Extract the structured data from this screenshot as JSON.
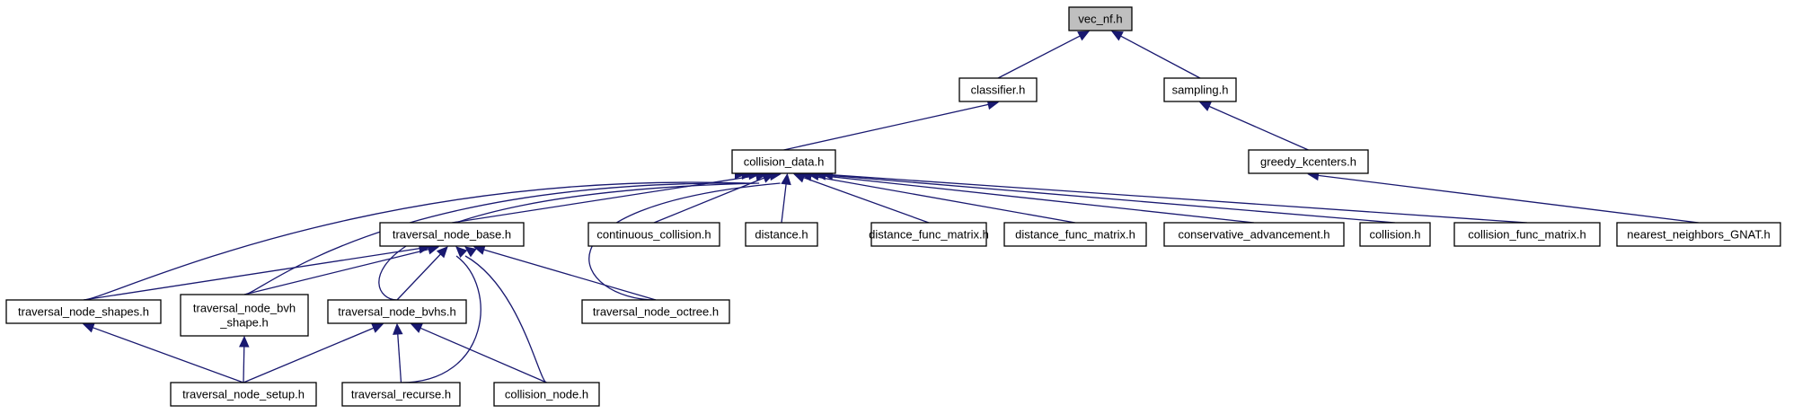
{
  "diagram": {
    "type": "include-dependency-graph",
    "colors": {
      "edge": "#191970",
      "node_border": "#000000",
      "root_fill": "#bfbfbf",
      "node_fill": "#ffffff"
    },
    "nodes": [
      {
        "id": "vec_nf",
        "lines": [
          "vec_nf.h"
        ],
        "root": true
      },
      {
        "id": "classifier",
        "lines": [
          "classifier.h"
        ]
      },
      {
        "id": "sampling",
        "lines": [
          "sampling.h"
        ]
      },
      {
        "id": "collision_data",
        "lines": [
          "collision_data.h"
        ]
      },
      {
        "id": "greedy_kcenters",
        "lines": [
          "greedy_kcenters.h"
        ]
      },
      {
        "id": "traversal_node_base",
        "lines": [
          "traversal_node_base.h"
        ]
      },
      {
        "id": "continuous_collision",
        "lines": [
          "continuous_collision.h"
        ]
      },
      {
        "id": "distance",
        "lines": [
          "distance.h"
        ]
      },
      {
        "id": "distance_func_matrix_1",
        "lines": [
          "distance_func_matrix.h"
        ]
      },
      {
        "id": "distance_func_matrix_2",
        "lines": [
          "distance_func_matrix.h"
        ]
      },
      {
        "id": "conservative_advancement",
        "lines": [
          "conservative_advancement.h"
        ]
      },
      {
        "id": "collision",
        "lines": [
          "collision.h"
        ]
      },
      {
        "id": "collision_func_matrix",
        "lines": [
          "collision_func_matrix.h"
        ]
      },
      {
        "id": "nearest_neighbors_GNAT",
        "lines": [
          "nearest_neighbors_GNAT.h"
        ]
      },
      {
        "id": "traversal_node_shapes",
        "lines": [
          "traversal_node_shapes.h"
        ]
      },
      {
        "id": "traversal_node_bvh_shape",
        "lines": [
          "traversal_node_bvh",
          "_shape.h"
        ]
      },
      {
        "id": "traversal_node_bvhs",
        "lines": [
          "traversal_node_bvhs.h"
        ]
      },
      {
        "id": "traversal_node_octree",
        "lines": [
          "traversal_node_octree.h"
        ]
      },
      {
        "id": "traversal_node_setup",
        "lines": [
          "traversal_node_setup.h"
        ]
      },
      {
        "id": "traversal_recurse",
        "lines": [
          "traversal_recurse.h"
        ]
      },
      {
        "id": "collision_node",
        "lines": [
          "collision_node.h"
        ]
      }
    ],
    "edges": [
      {
        "from": "classifier",
        "to": "vec_nf"
      },
      {
        "from": "sampling",
        "to": "vec_nf"
      },
      {
        "from": "collision_data",
        "to": "classifier"
      },
      {
        "from": "greedy_kcenters",
        "to": "sampling"
      },
      {
        "from": "nearest_neighbors_GNAT",
        "to": "greedy_kcenters"
      },
      {
        "from": "traversal_node_base",
        "to": "collision_data"
      },
      {
        "from": "continuous_collision",
        "to": "collision_data"
      },
      {
        "from": "distance",
        "to": "collision_data"
      },
      {
        "from": "distance_func_matrix_1",
        "to": "collision_data"
      },
      {
        "from": "distance_func_matrix_2",
        "to": "collision_data"
      },
      {
        "from": "conservative_advancement",
        "to": "collision_data"
      },
      {
        "from": "collision",
        "to": "collision_data"
      },
      {
        "from": "collision_func_matrix",
        "to": "collision_data"
      },
      {
        "from": "traversal_node_shapes",
        "to": "collision_data"
      },
      {
        "from": "traversal_node_bvh_shape",
        "to": "collision_data"
      },
      {
        "from": "traversal_node_bvhs",
        "to": "collision_data"
      },
      {
        "from": "traversal_node_octree",
        "to": "collision_data"
      },
      {
        "from": "traversal_node_shapes",
        "to": "traversal_node_base"
      },
      {
        "from": "traversal_node_bvh_shape",
        "to": "traversal_node_base"
      },
      {
        "from": "traversal_node_bvhs",
        "to": "traversal_node_base"
      },
      {
        "from": "traversal_node_octree",
        "to": "traversal_node_base"
      },
      {
        "from": "traversal_recurse",
        "to": "traversal_node_base"
      },
      {
        "from": "collision_node",
        "to": "traversal_node_base"
      },
      {
        "from": "traversal_node_setup",
        "to": "traversal_node_shapes"
      },
      {
        "from": "traversal_node_setup",
        "to": "traversal_node_bvh_shape"
      },
      {
        "from": "traversal_node_setup",
        "to": "traversal_node_bvhs"
      },
      {
        "from": "traversal_recurse",
        "to": "traversal_node_bvhs"
      },
      {
        "from": "collision_node",
        "to": "traversal_node_bvhs"
      }
    ]
  }
}
